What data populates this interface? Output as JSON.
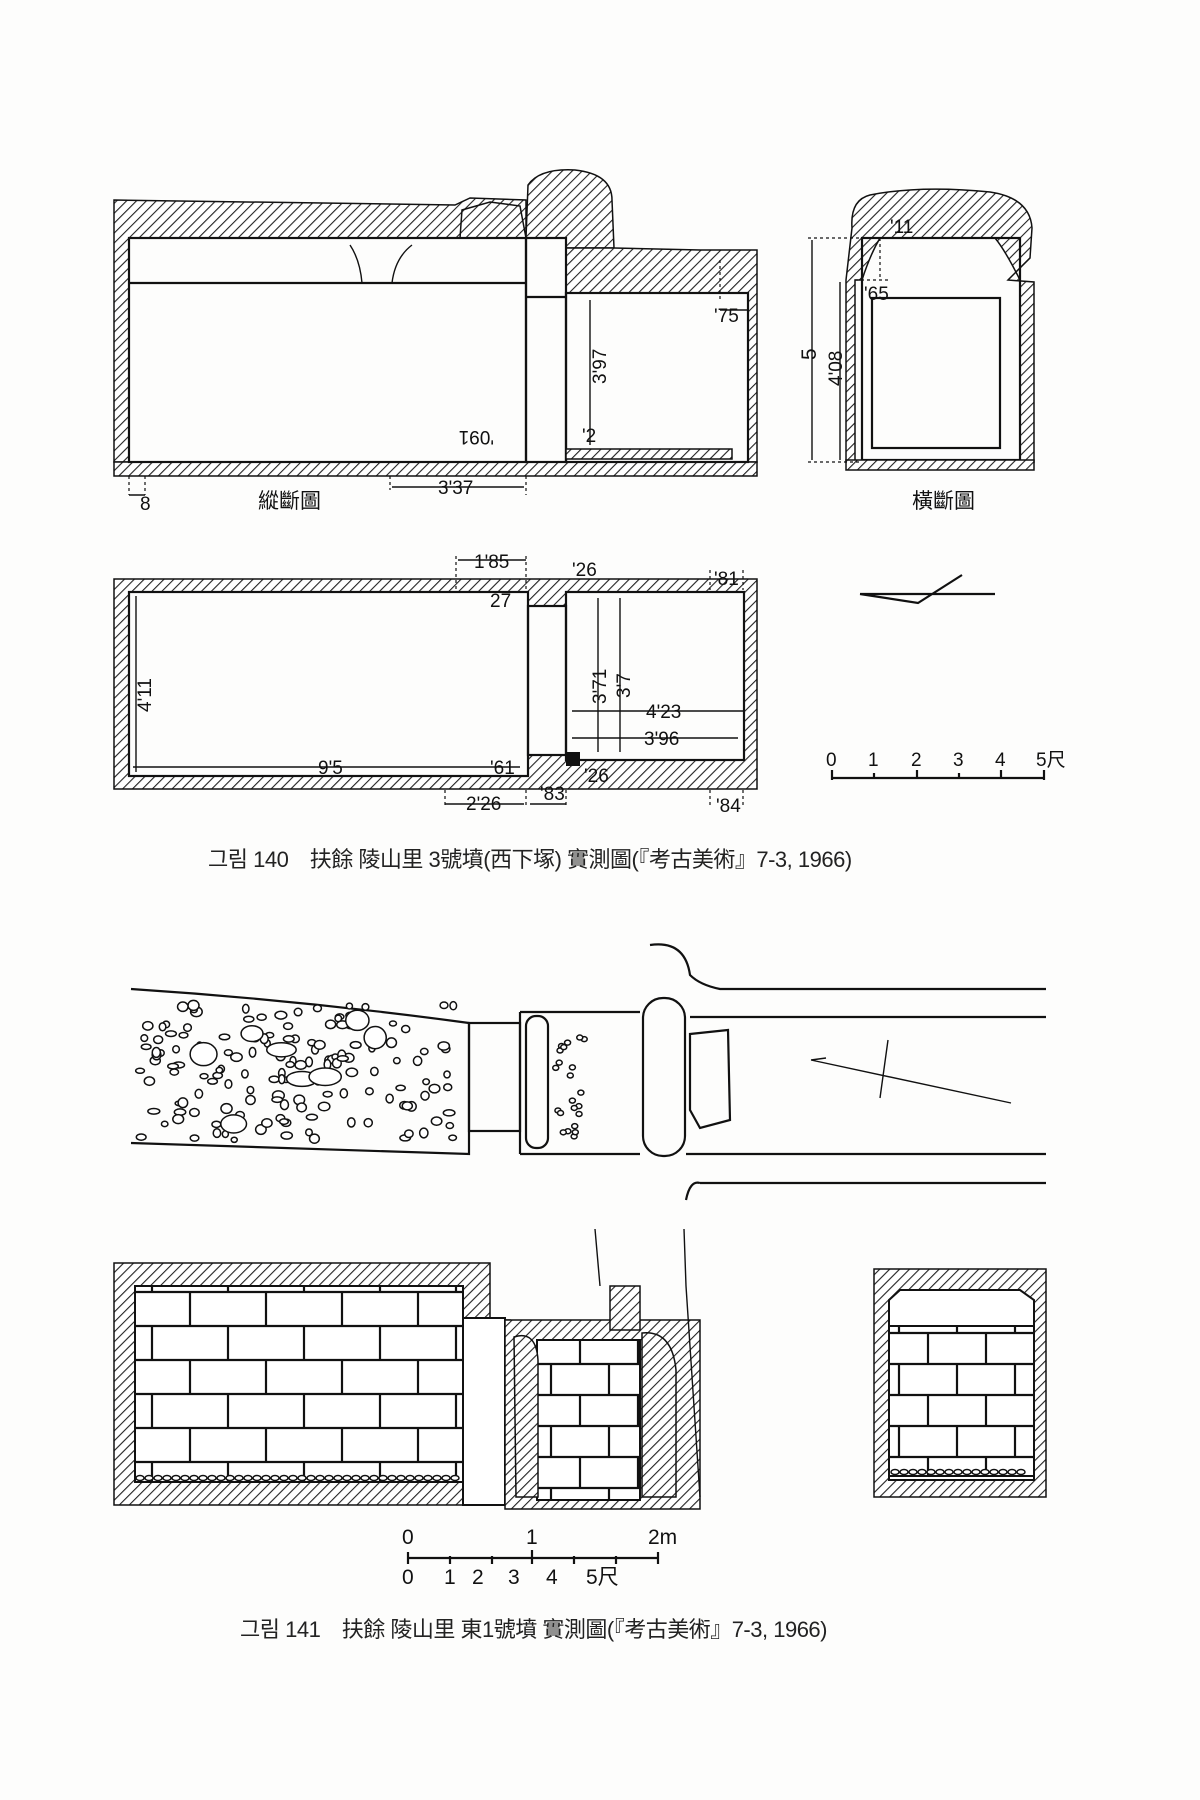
{
  "figure_140": {
    "caption": "그림 140　扶餘 陵山里 3號墳(西下塚) 實測圖(『考古美術』7-3, 1966)",
    "longitudinal_section": {
      "title": "縱斷圖",
      "dims": {
        "d8": "8",
        "d337": "3'37",
        "d160": "'091",
        "d2": "'2",
        "d397": "3'97",
        "d75": "'75"
      }
    },
    "transverse_section": {
      "title": "橫斷圖",
      "dims": {
        "d11": "'11",
        "d65": "'65",
        "d5": "5",
        "d408": "4'08"
      }
    },
    "plan": {
      "dims": {
        "d185": "1'85",
        "d26a": "'26",
        "d81": "'81",
        "d27": "27",
        "d411": "4'11",
        "d371": "3'71",
        "d37": "3'7",
        "d423": "4'23",
        "d396": "3'96",
        "d95": "9'5",
        "d61": "'61",
        "d26b": "'26",
        "d83": "'83",
        "d226": "2'26",
        "d84": "'84"
      }
    },
    "scale": {
      "ticks": [
        "0",
        "1",
        "2",
        "3",
        "4",
        "5尺"
      ]
    }
  },
  "figure_141": {
    "caption": "그림 141　扶餘 陵山里 東1號墳 實測圖(『考古美術』7-3, 1966)",
    "scale": {
      "metric_ticks": [
        "0",
        "1",
        "2m"
      ],
      "chi_ticks": [
        "0",
        "1",
        "2",
        "3",
        "4",
        "5尺"
      ]
    }
  }
}
